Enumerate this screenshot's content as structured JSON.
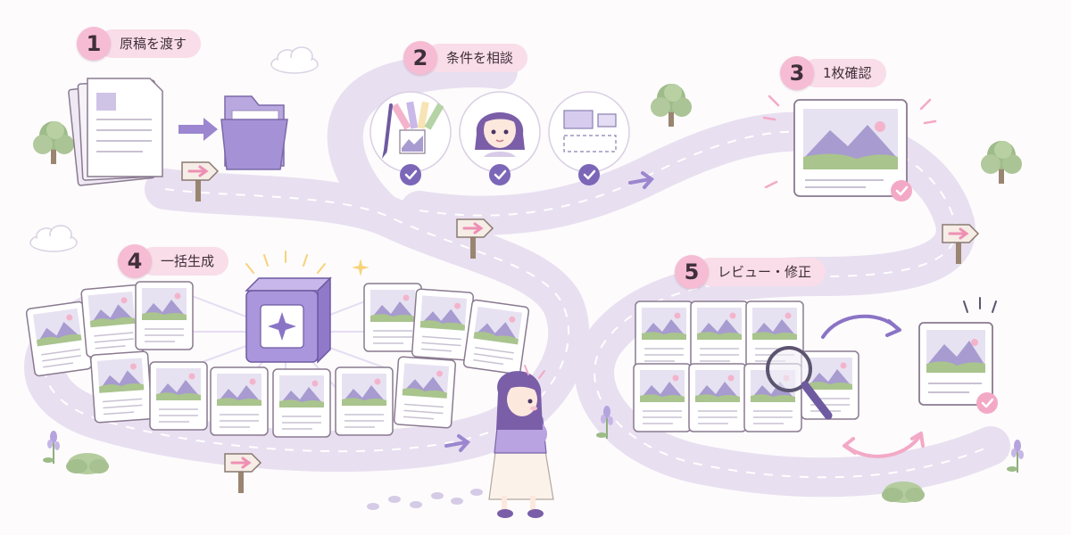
{
  "steps": [
    {
      "number": "1",
      "label": "原稿を渡す"
    },
    {
      "number": "2",
      "label": "条件を相談"
    },
    {
      "number": "3",
      "label": "1枚確認"
    },
    {
      "number": "4",
      "label": "一括生成"
    },
    {
      "number": "5",
      "label": "レビュー・修正"
    }
  ],
  "colors": {
    "road": "#e6dcef",
    "road_dash": "#ffffff",
    "accent_purple": "#9b86cf",
    "accent_pink": "#f6bcd3",
    "check_purple": "#7c66b8",
    "check_pink": "#f3a9c6"
  }
}
